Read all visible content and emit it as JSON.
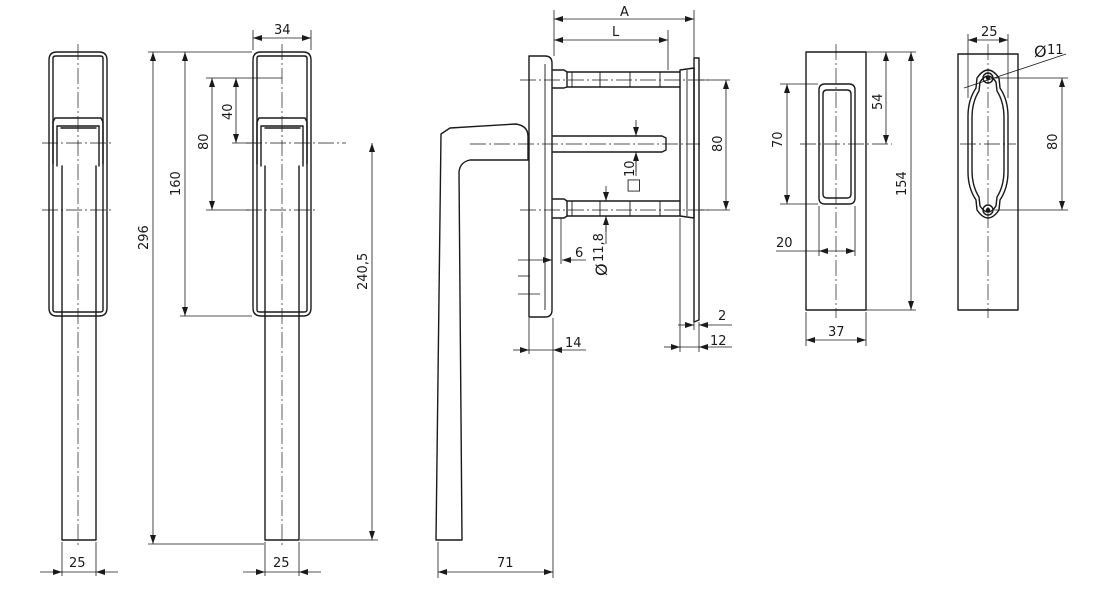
{
  "handle_front_view": {
    "width_label": "25"
  },
  "handle_front_view_dimensioned": {
    "width_top_label": "34",
    "height_total_label": "296",
    "height_160_label": "160",
    "height_80_label": "80",
    "height_40_label": "40",
    "height_240_label": "240,5",
    "width_bottom_label": "25"
  },
  "handle_side_view": {
    "a_label": "A",
    "l_label": "L",
    "square_symbol": "□",
    "square_label": "10",
    "diameter_symbol": "Ø",
    "bolt_diameter_label": "11,8",
    "offset_6_label": "6",
    "rose_height_label": "80",
    "thickness_2_label": "2",
    "thickness_12_label": "12",
    "rose_depth_label": "14",
    "reach_label": "71"
  },
  "rose_view": {
    "height_label": "154",
    "upper_label": "54",
    "slot_label": "70",
    "slot_width_label": "20",
    "width_label": "37"
  },
  "cover_view": {
    "width_label": "25",
    "diameter_symbol": "Ø",
    "hole_label": "11",
    "spacing_label": "80"
  }
}
